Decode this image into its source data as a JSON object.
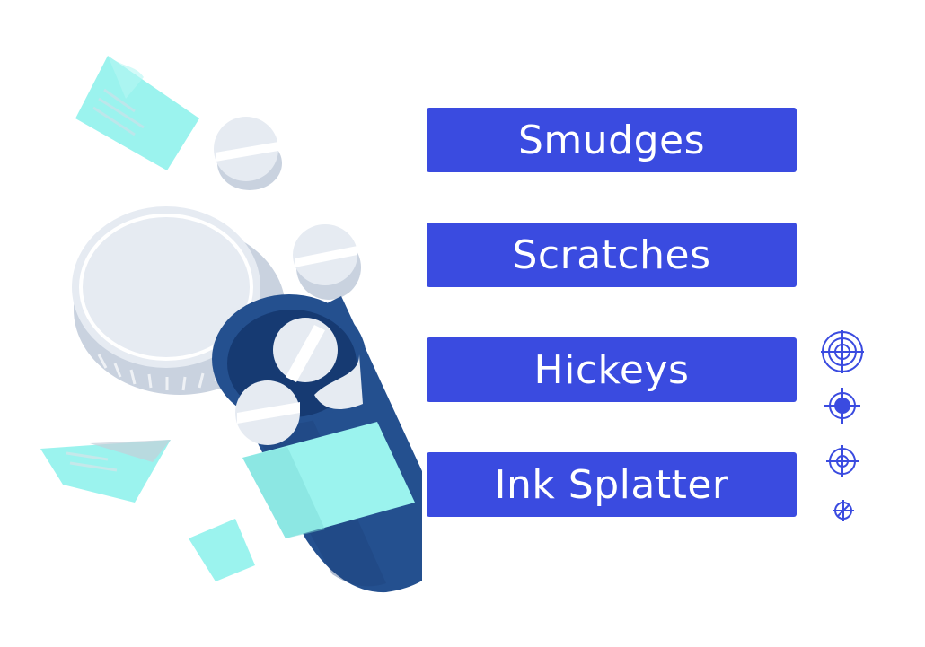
{
  "buttons": [
    {
      "label": "Smudges",
      "icon": null
    },
    {
      "label": "Scratches",
      "icon": null
    },
    {
      "label": "Hickeys",
      "icon": "concentric-target-icon"
    },
    {
      "label": "Ink Splatter",
      "icon": "crosshair-icon"
    }
  ],
  "side_icons": [
    "concentric-target-icon",
    "filled-crosshair-icon",
    "crosshair-icon",
    "small-crosshair-icon"
  ],
  "colors": {
    "button": "#3a4be0",
    "bottle": "#24508f",
    "bottle_dark": "#1c3f77",
    "label": "#9bf3ee",
    "pill": "#e6ebf2",
    "pill_shadow": "#c9d2df",
    "paper": "#9bf3ee",
    "icon": "#3a4be0"
  }
}
